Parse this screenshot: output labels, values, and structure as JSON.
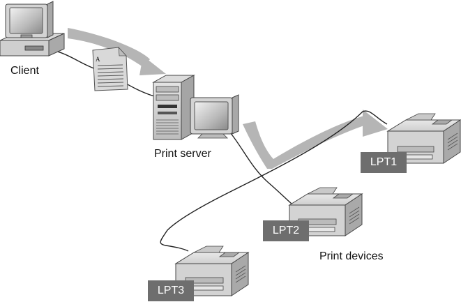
{
  "labels": {
    "client": "Client",
    "print_server": "Print server",
    "print_devices": "Print devices"
  },
  "ports": {
    "lpt1": "LPT1",
    "lpt2": "LPT2",
    "lpt3": "LPT3"
  },
  "document": {
    "letter": "A"
  }
}
